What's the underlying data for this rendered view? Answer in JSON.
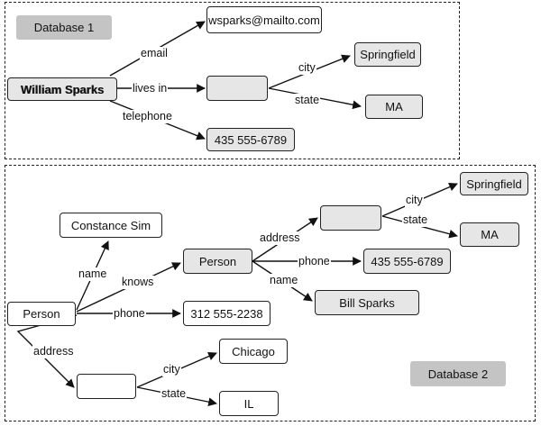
{
  "db1": {
    "tag": "Database 1",
    "william": "William Sparks",
    "email_value": "wsparks@mailto.com",
    "springfield": "Springfield",
    "ma": "MA",
    "phone_value": "435 555-6789",
    "edge_email": "email",
    "edge_lives_in": "lives in",
    "edge_telephone": "telephone",
    "edge_city": "city",
    "edge_state": "state"
  },
  "db2": {
    "tag": "Database 2",
    "constance": "Constance Sim",
    "person_main": "Person",
    "person_known": "Person",
    "springfield": "Springfield",
    "ma": "MA",
    "phone_known": "435 555-6789",
    "bill": "Bill Sparks",
    "phone_main": "312 555-2238",
    "chicago": "Chicago",
    "il": "IL",
    "edge_name_constance": "name",
    "edge_knows": "knows",
    "edge_phone_main": "phone",
    "edge_address_main": "address",
    "edge_address_known": "address",
    "edge_phone_known": "phone",
    "edge_name_bill": "name",
    "edge_city_top": "city",
    "edge_state_top": "state",
    "edge_city_bottom": "city",
    "edge_state_bottom": "state"
  }
}
